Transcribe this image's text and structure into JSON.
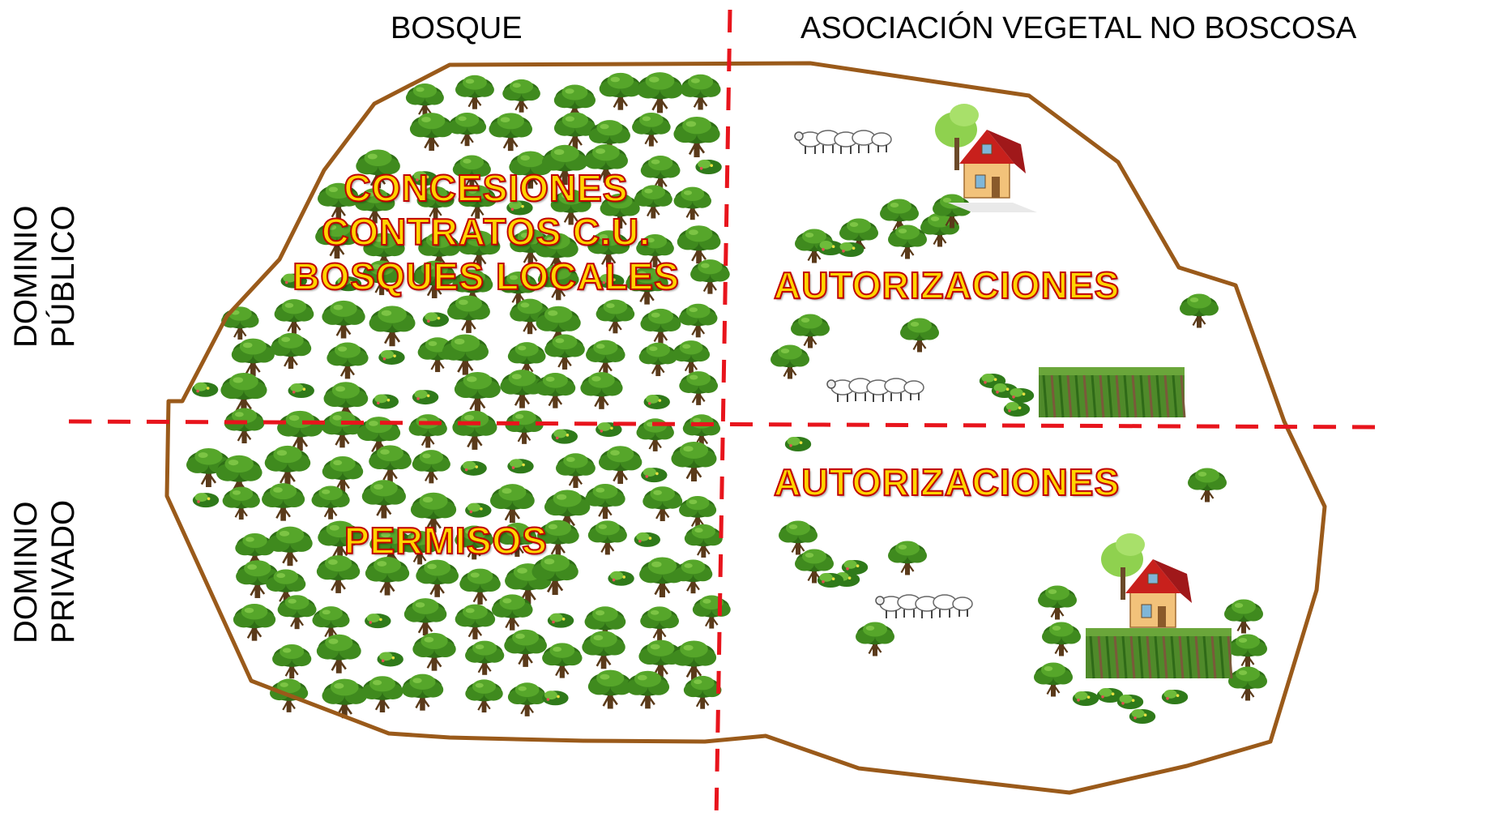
{
  "headers": {
    "left": "BOSQUE",
    "right": "ASOCIACIÓN VEGETAL NO BOSCOSA"
  },
  "rows": {
    "top": [
      "DOMINIO",
      "PÚBLICO"
    ],
    "bottom": [
      "DOMINIO",
      "PRIVADO"
    ]
  },
  "zones": {
    "public_forest": [
      "CONCESIONES",
      "CONTRATOS C.U.",
      "BOSQUES LOCALES"
    ],
    "public_nonforest": "AUTORIZACIONES",
    "private_forest": "PERMISOS",
    "private_nonforest": "AUTORIZACIONES"
  },
  "colors": {
    "boundary": "#9a5a1a",
    "divider": "#e8141c",
    "tree_canopy": "#3f8a1e",
    "tree_trunk": "#5a3a1a",
    "label_fill": "#ffd400",
    "label_stroke": "#c00000",
    "field": "#4f8a2a",
    "roof": "#c8201c",
    "house_wall": "#f2c27a"
  },
  "icons": [
    "tree-icon",
    "shrub-icon",
    "sheep-flock-icon",
    "house-icon",
    "crop-field-icon"
  ]
}
